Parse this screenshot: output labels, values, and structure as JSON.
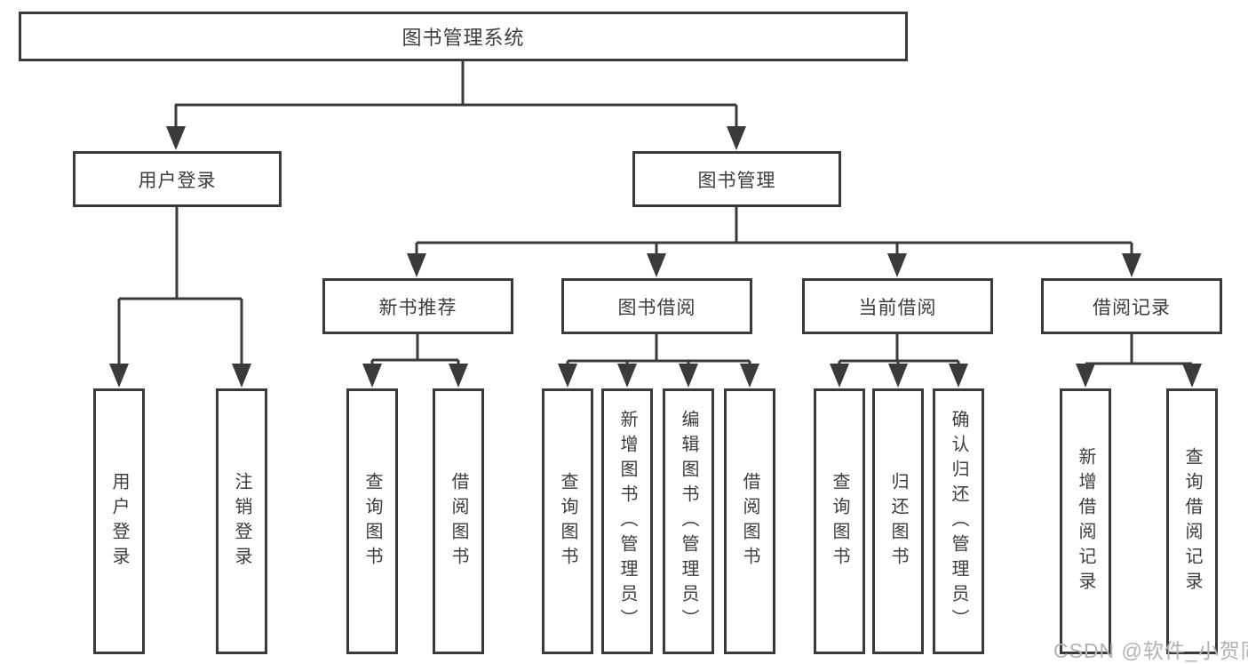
{
  "diagram": {
    "root": {
      "label": "图书管理系统"
    },
    "level2": [
      {
        "label": "用户登录"
      },
      {
        "label": "图书管理"
      }
    ],
    "level3": [
      {
        "label": "新书推荐",
        "parent": "图书管理"
      },
      {
        "label": "图书借阅",
        "parent": "图书管理"
      },
      {
        "label": "当前借阅",
        "parent": "图书管理"
      },
      {
        "label": "借阅记录",
        "parent": "图书管理"
      }
    ],
    "leaves": [
      {
        "label": "用户登录",
        "parent": "用户登录"
      },
      {
        "label": "注销登录",
        "parent": "用户登录"
      },
      {
        "label": "查询图书",
        "parent": "新书推荐"
      },
      {
        "label": "借阅图书",
        "parent": "新书推荐"
      },
      {
        "label": "查询图书",
        "parent": "图书借阅"
      },
      {
        "label": "新增图书（管理员）",
        "parent": "图书借阅"
      },
      {
        "label": "编辑图书（管理员）",
        "parent": "图书借阅"
      },
      {
        "label": "借阅图书",
        "parent": "图书借阅"
      },
      {
        "label": "查询图书",
        "parent": "当前借阅"
      },
      {
        "label": "归还图书",
        "parent": "当前借阅"
      },
      {
        "label": "确认归还（管理员）",
        "parent": "当前借阅"
      },
      {
        "label": "新增借阅记录",
        "parent": "借阅记录"
      },
      {
        "label": "查询借阅记录",
        "parent": "借阅记录"
      }
    ],
    "watermark": "CSDN @软件_小贺同学",
    "colors": {
      "line": "#3a3a3a",
      "text": "#3d3d3d",
      "box_background": "#ffffff",
      "watermark": "#b2b2b2"
    }
  }
}
